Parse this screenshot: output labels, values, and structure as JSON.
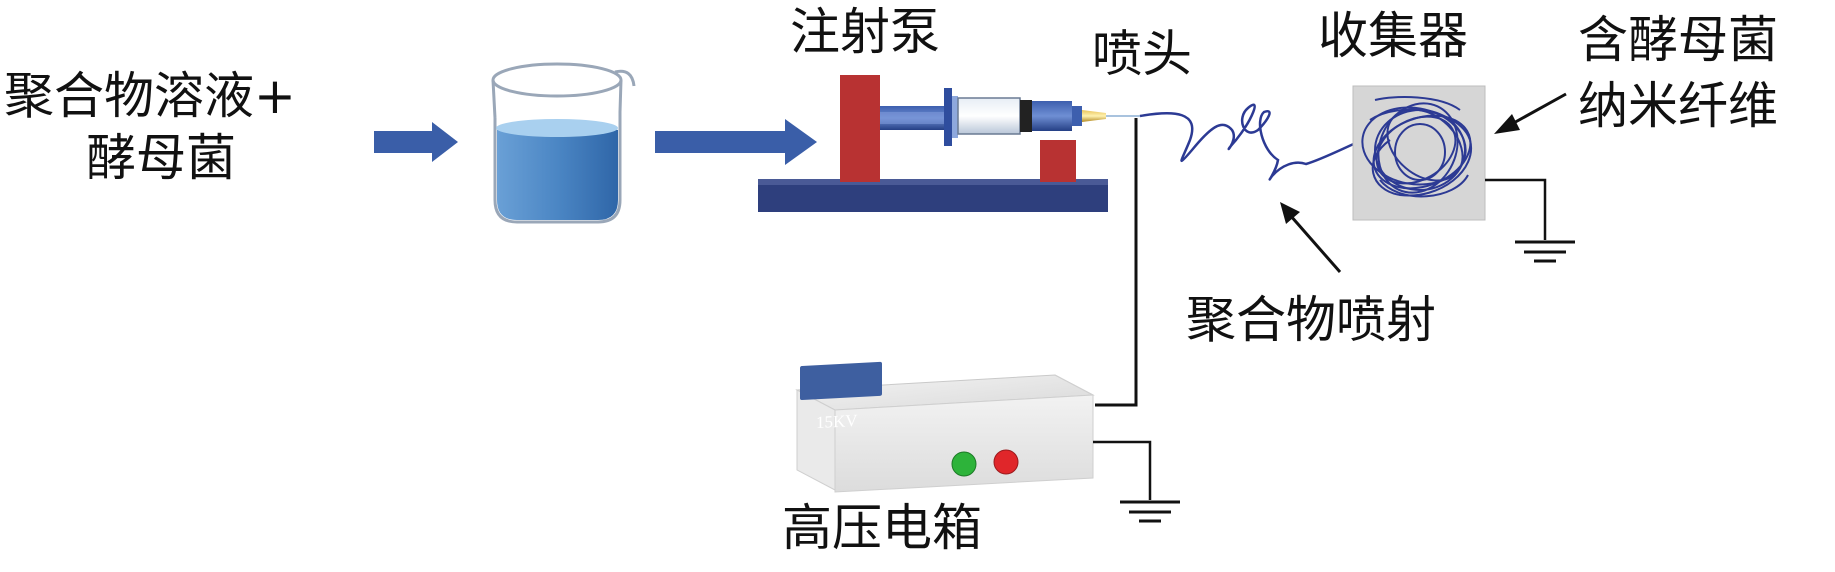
{
  "labels": {
    "input_line1": "聚合物溶液+",
    "input_line2": "酵母菌",
    "syringe_pump": "注射泵",
    "nozzle": "喷头",
    "collector": "收集器",
    "nanofiber_line1": "含酵母菌",
    "nanofiber_line2": "纳米纤维",
    "polymer_jet": "聚合物喷射",
    "hv_box": "高压电箱",
    "voltage_display": "15KV"
  },
  "colors": {
    "arrow_blue": "#3a5ea8",
    "base_navy": "#2e3f7d",
    "pump_red": "#b83232",
    "liquid_blue": "#3f79b7",
    "fiber": "#2c3a94",
    "collector_gray": "#d6d6d6",
    "button_green": "#2db33a",
    "button_red": "#e0262a",
    "display_blue": "#3e5fa0"
  }
}
